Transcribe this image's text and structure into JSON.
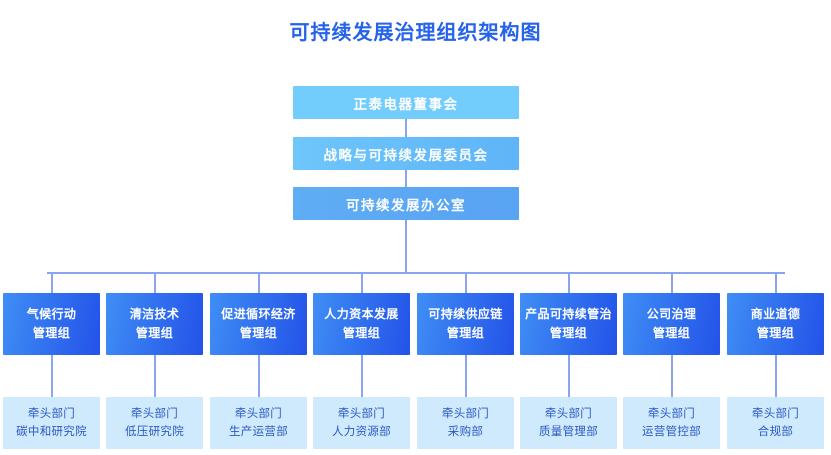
{
  "title": "可持续发展治理组织架构图",
  "colors": {
    "title": "#2563eb",
    "top_level_1": "#72cdfd",
    "top_level_2": "#62b8f8",
    "top_level_3": "#5aa6f3",
    "group_start": "#3f8ef5",
    "group_end": "#2352e8",
    "lead_bg": "#cfeafc",
    "lead_text": "#2b59c4",
    "connector": "#8aa4f0"
  },
  "top_chain": [
    {
      "label": "正泰电器董事会"
    },
    {
      "label": "战略与可持续发展委员会"
    },
    {
      "label": "可持续发展办公室"
    }
  ],
  "branches": [
    {
      "group": {
        "line1": "气候行动",
        "line2": "管理组"
      },
      "lead": {
        "line1": "牵头部门",
        "line2": "碳中和研究院"
      }
    },
    {
      "group": {
        "line1": "清洁技术",
        "line2": "管理组"
      },
      "lead": {
        "line1": "牵头部门",
        "line2": "低压研究院"
      }
    },
    {
      "group": {
        "line1": "促进循环经济",
        "line2": "管理组"
      },
      "lead": {
        "line1": "牵头部门",
        "line2": "生产运营部"
      }
    },
    {
      "group": {
        "line1": "人力资本发展",
        "line2": "管理组"
      },
      "lead": {
        "line1": "牵头部门",
        "line2": "人力资源部"
      }
    },
    {
      "group": {
        "line1": "可持续供应链",
        "line2": "管理组"
      },
      "lead": {
        "line1": "牵头部门",
        "line2": "采购部"
      }
    },
    {
      "group": {
        "line1": "产品可持续管治",
        "line2": "管理组"
      },
      "lead": {
        "line1": "牵头部门",
        "line2": "质量管理部"
      }
    },
    {
      "group": {
        "line1": "公司治理",
        "line2": "管理组"
      },
      "lead": {
        "line1": "牵头部门",
        "line2": "运营管控部"
      }
    },
    {
      "group": {
        "line1": "商业道德",
        "line2": "管理组"
      },
      "lead": {
        "line1": "牵头部门",
        "line2": "合规部"
      }
    }
  ]
}
